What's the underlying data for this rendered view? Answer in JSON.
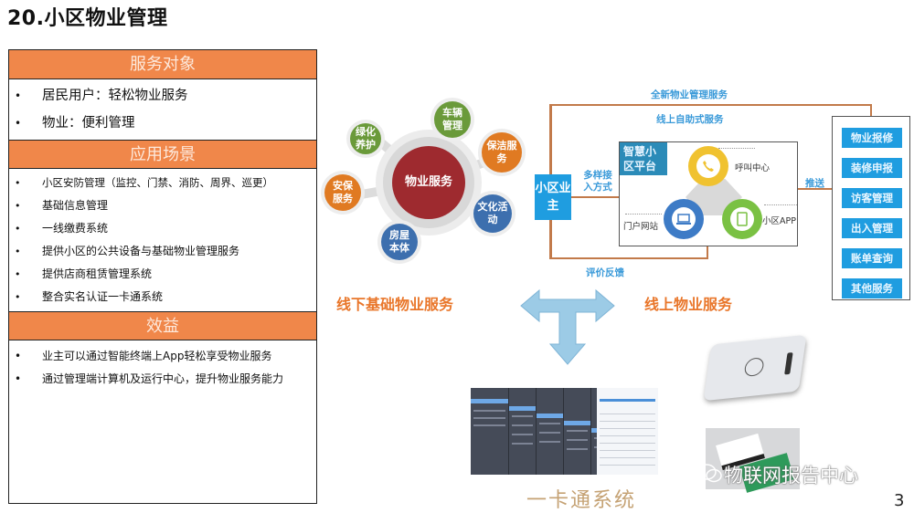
{
  "title": "20.小区物业管理",
  "left_panel": {
    "sections": [
      {
        "header": "服务对象",
        "items": [
          "居民用户：轻松物业服务",
          "物业：便利管理"
        ]
      },
      {
        "header": "应用场景",
        "items": [
          "小区安防管理（监控、门禁、消防、周界、巡更）",
          "基础信息管理",
          "一线缴费系统",
          "提供小区的公共设备与基础物业管理服务",
          "提供店商租赁管理系统",
          "整合实名认证一卡通系统"
        ]
      },
      {
        "header": "效益",
        "items": [
          "业主可以通过智能终端上App轻松享受物业服务",
          "通过管理端计算机及运行中心，提升物业服务能力"
        ]
      }
    ]
  },
  "hub": {
    "center": "物业服务",
    "bubbles": [
      {
        "label": "车辆管理",
        "color": "#6a9a3a"
      },
      {
        "label": "保洁服务",
        "color": "#e07a22"
      },
      {
        "label": "文化活动",
        "color": "#3d6fae"
      },
      {
        "label": "房屋本体",
        "color": "#3d6fae"
      },
      {
        "label": "安保服务",
        "color": "#e07a22"
      },
      {
        "label": "绿化养护",
        "color": "#6a9a3a"
      }
    ],
    "caption": "线下基础物业服务"
  },
  "online": {
    "caption": "线上物业服务",
    "top_label_1": "全新物业管理服务",
    "top_label_2": "线上自助式服务",
    "owner": "小区业主",
    "access_label": "多样接入方式",
    "feedback_label": "评价反馈",
    "push_label": "推送",
    "platform": {
      "tag": "智慧小区平台",
      "nodes": [
        {
          "label": "呼叫中心",
          "color": "#f0c230",
          "icon": "phone-icon"
        },
        {
          "label": "门户网站",
          "color": "#3d7bc6",
          "icon": "laptop-icon"
        },
        {
          "label": "小区APP",
          "color": "#7ac143",
          "icon": "tablet-icon"
        }
      ]
    },
    "services": [
      "物业报修",
      "装修申报",
      "访客管理",
      "出入管理",
      "账单查询",
      "其他服务"
    ]
  },
  "card_system": {
    "title": "一卡通系统"
  },
  "watermark": "物联网报告中心",
  "page_number": "3",
  "colors": {
    "orange_header": "#f0874a",
    "blue": "#1f9de0",
    "hub_core": "#9e2a2f",
    "flow_line": "#c27a4a"
  }
}
